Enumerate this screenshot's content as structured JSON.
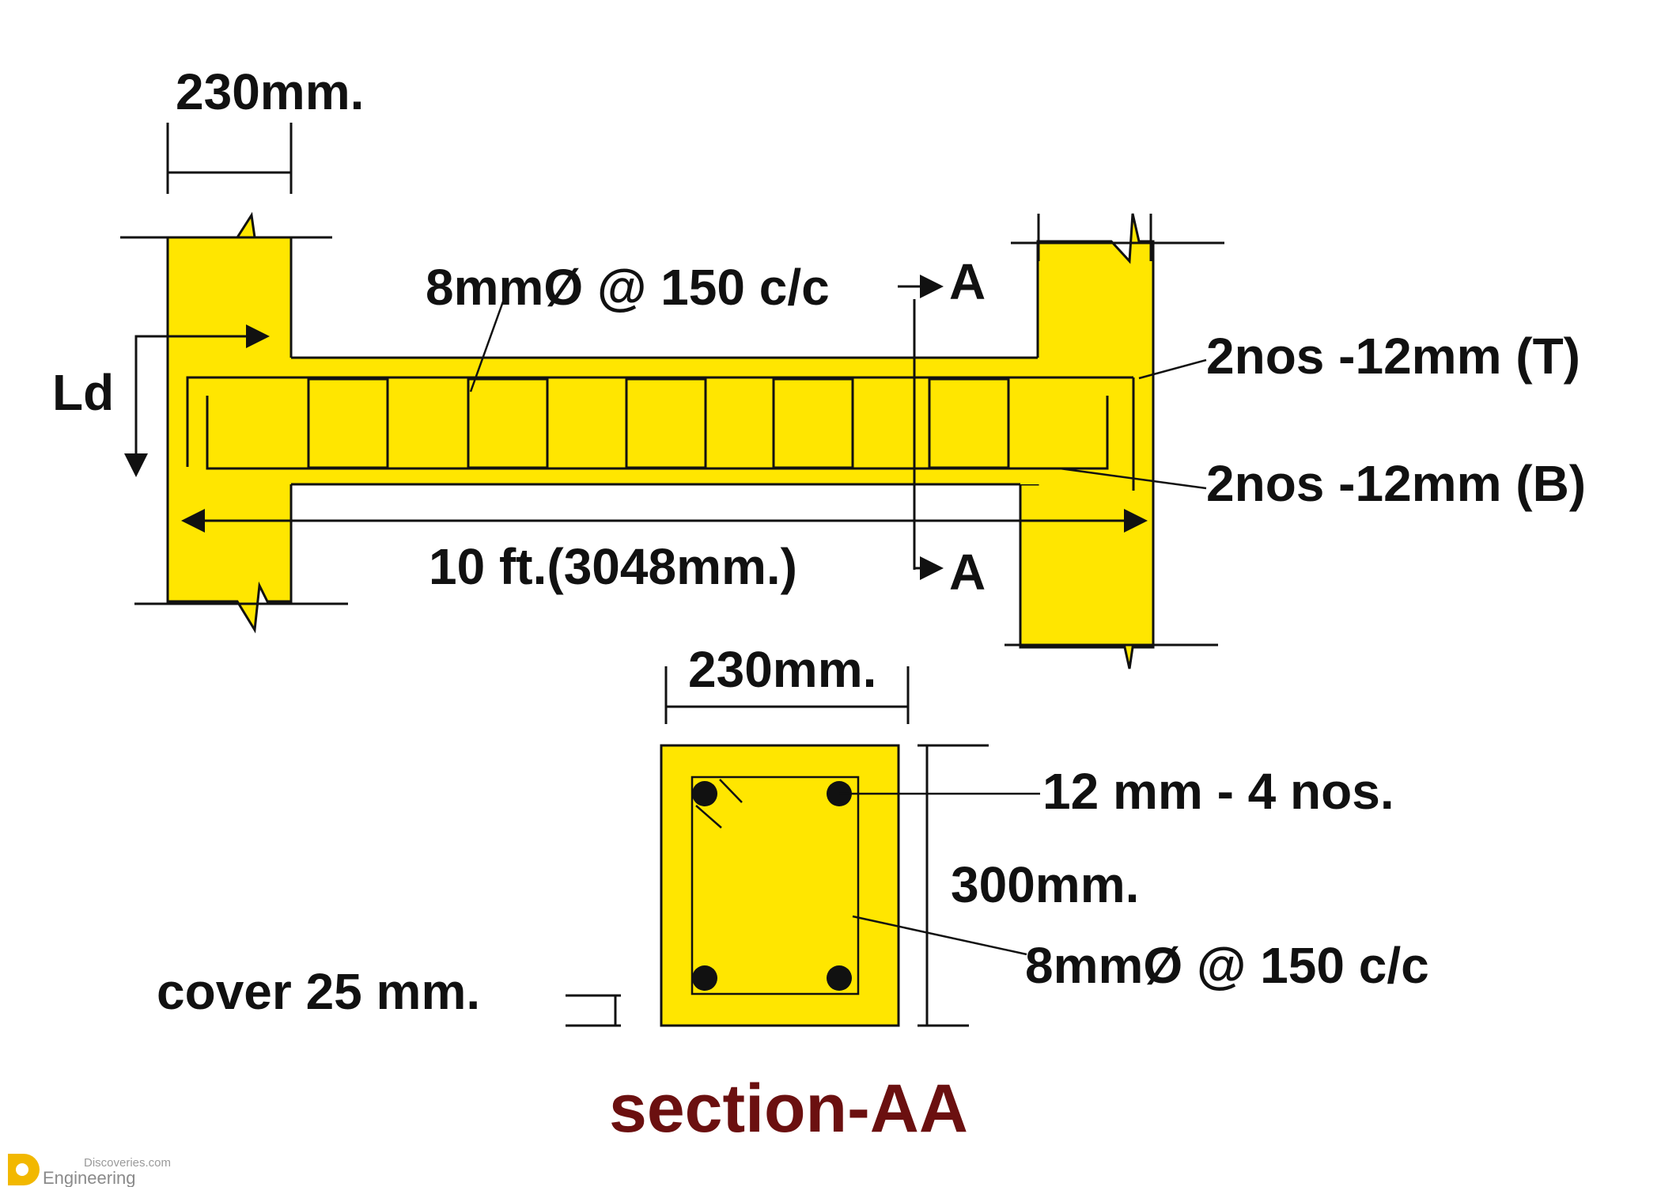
{
  "colors": {
    "concrete_fill": "#FFE600",
    "line": "#111111",
    "title": "#6B1010",
    "background": "#FFFFFF",
    "logo": "#F2B800"
  },
  "elevation": {
    "column_width_label": "230mm.",
    "stirrup_label": "8mmØ @ 150 c/c",
    "development_length_label": "Ld",
    "top_bar_label": "2nos -12mm (T)",
    "bottom_bar_label": "2nos -12mm (B)",
    "span_label": "10 ft.(3048mm.)",
    "section_mark_top": "A",
    "section_mark_bottom": "A"
  },
  "section": {
    "width_label": "230mm.",
    "main_bars_label": "12 mm - 4 nos.",
    "depth_label": "300mm.",
    "stirrup_label": "8mmØ @ 150 c/c",
    "cover_label": "cover 25 mm.",
    "title": "section-AA"
  },
  "watermark": {
    "line1": "Discoveries.com",
    "line2": "Engineering"
  }
}
